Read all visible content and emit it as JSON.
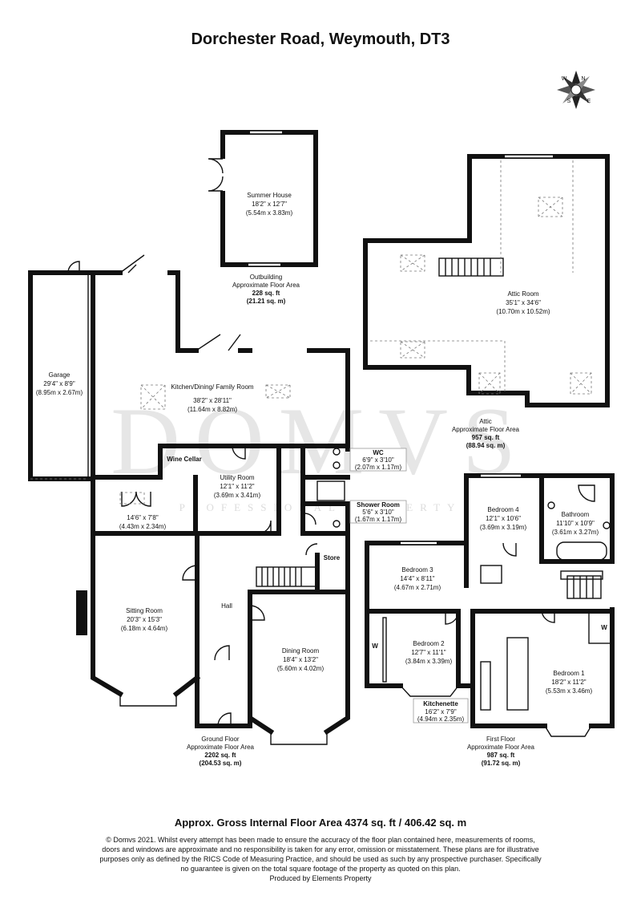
{
  "title": "Dorchester Road, Weymouth, DT3",
  "watermark": {
    "brand": "DOMVS",
    "tagline": "PROFESSIONAL PROPERTY"
  },
  "compass": {
    "letters": [
      "N",
      "E",
      "S",
      "W"
    ]
  },
  "rooms": {
    "summer_house": {
      "name": "Summer House",
      "imperial": "18'2\" x 12'7\"",
      "metric": "(5.54m x 3.83m)"
    },
    "garage": {
      "name": "Garage",
      "imperial": "29'4\" x 8'9\"",
      "metric": "(8.95m x 2.67m)"
    },
    "kitchen": {
      "name": "Kitchen/Dining/ Family Room",
      "imperial": "38'2\" x 28'11\"",
      "metric": "(11.64m x 8.82m)"
    },
    "wine_cellar": {
      "name": "Wine Cellar"
    },
    "utility": {
      "name": "Utility Room",
      "imperial": "12'1\" x 11'2\"",
      "metric": "(3.69m x 3.41m)"
    },
    "wc": {
      "name": "WC",
      "imperial": "6'9\" x 3'10\"",
      "metric": "(2.07m x 1.17m)"
    },
    "shower": {
      "name": "Shower Room",
      "imperial": "5'6\" x 3'10\"",
      "metric": "(1.67m x 1.17m)"
    },
    "store": {
      "name": "Store"
    },
    "lobby": {
      "imperial": "14'6\" x 7'8\"",
      "metric": "(4.43m x 2.34m)"
    },
    "sitting": {
      "name": "Sitting Room",
      "imperial": "20'3\" x 15'3\"",
      "metric": "(6.18m x 4.64m)"
    },
    "hall": {
      "name": "Hall"
    },
    "dining": {
      "name": "Dining Room",
      "imperial": "18'4\" x 13'2\"",
      "metric": "(5.60m x 4.02m)"
    },
    "attic_room": {
      "name": "Attic Room",
      "imperial": "35'1\" x 34'6\"",
      "metric": "(10.70m x 10.52m)"
    },
    "bedroom4": {
      "name": "Bedroom 4",
      "imperial": "12'1\" x 10'6\"",
      "metric": "(3.69m x 3.19m)"
    },
    "bathroom": {
      "name": "Bathroom",
      "imperial": "11'10\" x 10'9\"",
      "metric": "(3.61m x 3.27m)"
    },
    "bedroom3": {
      "name": "Bedroom 3",
      "imperial": "14'4\" x 8'11\"",
      "metric": "(4.67m x 2.71m)"
    },
    "bedroom2": {
      "name": "Bedroom 2",
      "imperial": "12'7\" x 11'1\"",
      "metric": "(3.84m x 3.39m)"
    },
    "bedroom1": {
      "name": "Bedroom 1",
      "imperial": "18'2\" x 11'2\"",
      "metric": "(5.53m x 3.46m)"
    },
    "kitchenette": {
      "name": "Kitchenette",
      "imperial": "16'2\" x 7'9\"",
      "metric": "(4.94m x 2.35m)"
    },
    "wardrobe_a": {
      "name": "W"
    },
    "wardrobe_b": {
      "name": "W"
    }
  },
  "floors": {
    "outbuilding": {
      "line1": "Outbuilding",
      "line2": "Approximate Floor Area",
      "sqft": "228 sq. ft",
      "sqm": "(21.21 sq. m)"
    },
    "attic": {
      "line1": "Attic",
      "line2": "Approximate Floor Area",
      "sqft": "957 sq. ft",
      "sqm": "(88.94 sq. m)"
    },
    "ground": {
      "line1": "Ground Floor",
      "line2": "Approximate Floor Area",
      "sqft": "2202 sq. ft",
      "sqm": "(204.53 sq. m)"
    },
    "first": {
      "line1": "First Floor",
      "line2": "Approximate Floor Area",
      "sqft": "987 sq. ft",
      "sqm": "(91.72 sq. m)"
    }
  },
  "gross_area": "Approx. Gross Internal Floor Area 4374 sq. ft / 406.42 sq. m",
  "disclaimer": "© Domvs 2021. Whilst every attempt has been made to ensure the accuracy of the floor plan contained here, measurements of rooms, doors and windows are approximate and no responsibility is taken for any error, omission or misstatement. These plans are for illustrative purposes only as defined by the RICS Code of Measuring Practice, and should be used as such by any prospective purchaser. Specifically no guarantee is given on the total square footage of the property as quoted on this plan.",
  "produced_by": "Produced by Elements Property"
}
